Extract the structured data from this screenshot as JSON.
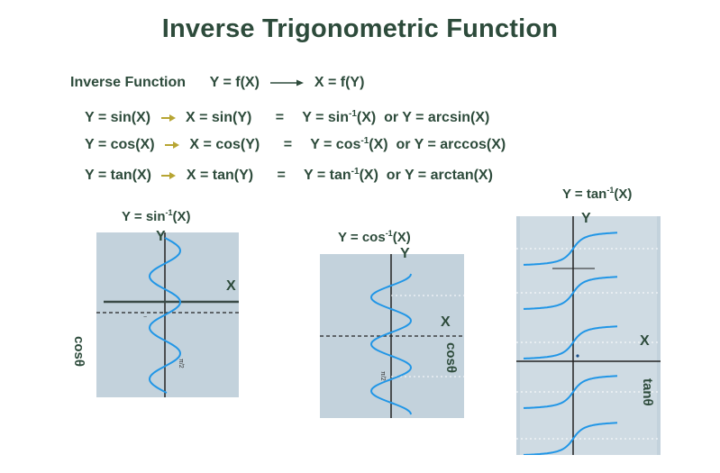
{
  "title": "Inverse Trigonometric Function",
  "intro": {
    "label": "Inverse Function",
    "lhs": "Y = f(X)",
    "rhs": "X = f(Y)"
  },
  "rows": [
    {
      "lhs": "Y = sin(X)",
      "mid": "X = sin(Y)",
      "eq": "=",
      "rhs_pre": "Y = sin",
      "sup": "-1",
      "rhs_post": "(X)  or Y = arcsin(X)"
    },
    {
      "lhs": "Y = cos(X)",
      "mid": "X = cos(Y)",
      "eq": "=",
      "rhs_pre": "Y = cos",
      "sup": "-1",
      "rhs_post": "(X)  or Y = arccos(X)"
    },
    {
      "lhs": "Y = tan(X)",
      "mid": "X = tan(Y)",
      "eq": "=",
      "rhs_pre": "Y = tan",
      "sup": "-1",
      "rhs_post": "(X)  or Y = arctan(X)"
    }
  ],
  "graphs": {
    "sin": {
      "label_pre": "Y = sin",
      "sup": "-1",
      "label_post": "(X)",
      "x_letter": "X",
      "y_letter": "Y",
      "side": "cosθ"
    },
    "cos": {
      "label_pre": "Y = cos",
      "sup": "-1",
      "label_post": "(X)",
      "x_letter": "X",
      "y_letter": "Y",
      "side": "cosθ"
    },
    "tan": {
      "label_pre": "Y = tan",
      "sup": "-1",
      "label_post": "(X)",
      "x_letter": "X",
      "y_letter": "Y",
      "side": "tanθ"
    }
  },
  "colors": {
    "curve": "#2196e6",
    "panel": "#c3d2dc",
    "text": "#2d4b3b",
    "arrow": "#b7a533"
  }
}
